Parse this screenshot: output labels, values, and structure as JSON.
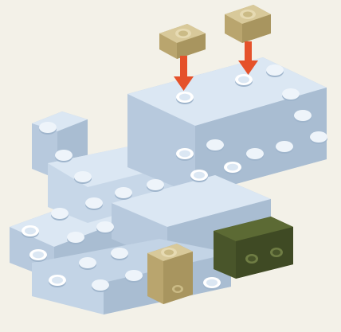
{
  "illustration": {
    "colors": {
      "background": "#f3f1e8",
      "light_blue_top": "#dbe7f3",
      "light_blue_side": "#b7c9dd",
      "light_blue_dark": "#9fb5cc",
      "stud_ring": "#ffffff",
      "tan_top": "#d8c99a",
      "tan_side": "#b9a56e",
      "olive_top": "#5c6a34",
      "olive_side": "#49552a",
      "arrow": "#e5512a"
    },
    "elements": [
      {
        "name": "tan-bracket-piece-left",
        "color": "tan"
      },
      {
        "name": "tan-bracket-piece-right",
        "color": "tan"
      },
      {
        "name": "tan-bracket-piece-placed",
        "color": "tan"
      },
      {
        "name": "olive-brick",
        "color": "olive"
      },
      {
        "name": "placement-arrow-left",
        "color": "arrow"
      },
      {
        "name": "placement-arrow-right",
        "color": "arrow"
      }
    ]
  }
}
